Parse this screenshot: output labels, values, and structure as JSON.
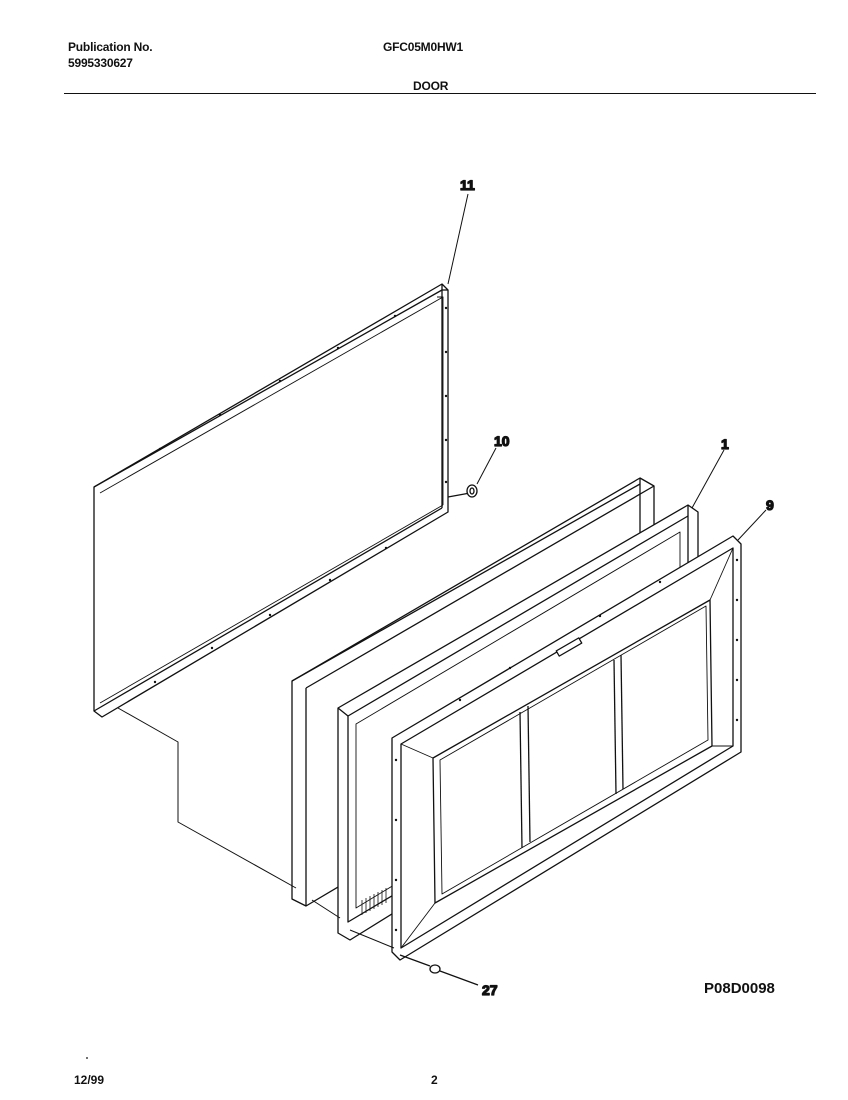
{
  "header": {
    "publication_label": "Publication No.",
    "publication_number": "5995330627",
    "model_number": "GFC05M0HW1",
    "section_title": "DOOR"
  },
  "callouts": {
    "outer_panel": "11",
    "screw": "10",
    "gasket": "1",
    "inner_liner": "9",
    "plug": "27"
  },
  "drawing_code": "P08D0098",
  "footer": {
    "date": "12/99",
    "page": "2"
  }
}
